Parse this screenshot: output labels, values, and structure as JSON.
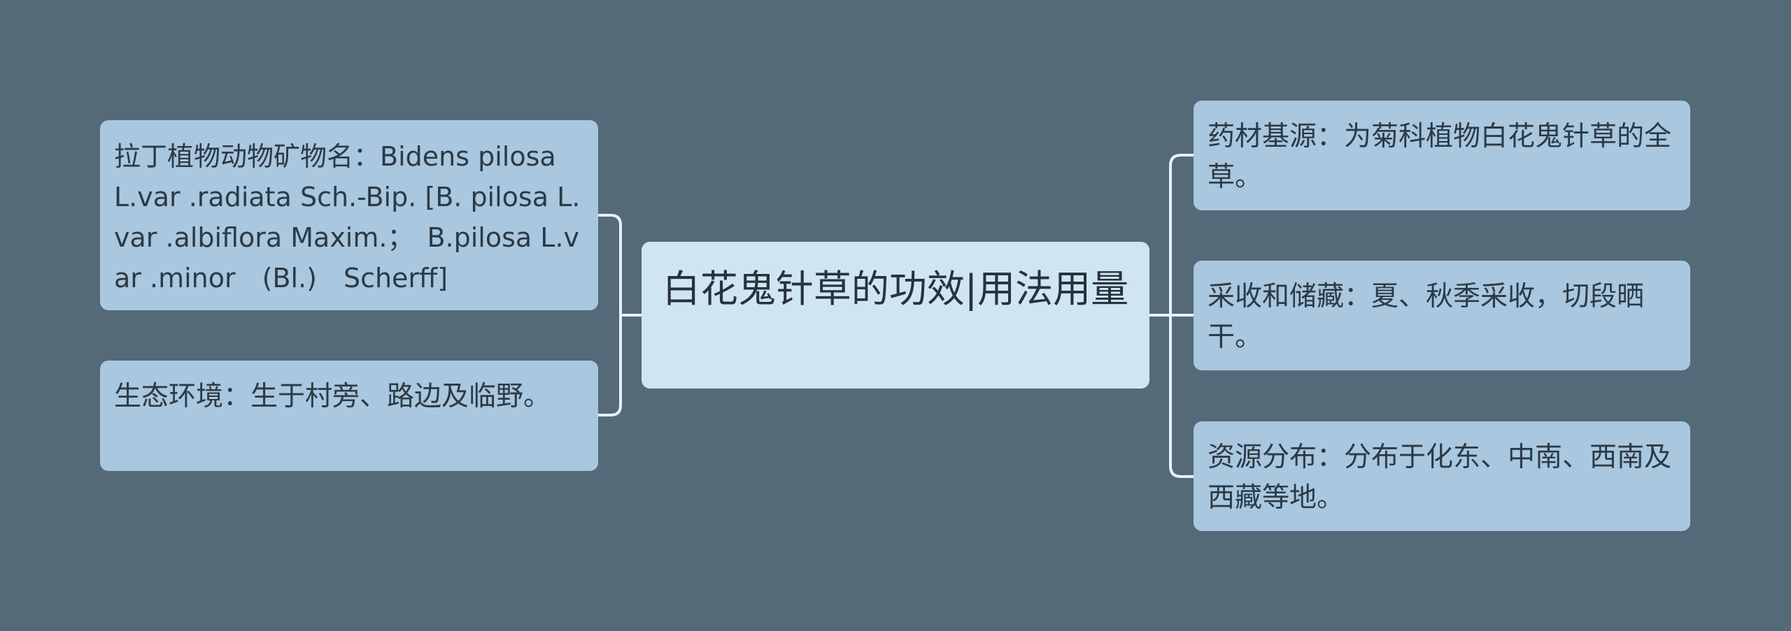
{
  "center": {
    "label": "白花鬼针草的功效|用法用量"
  },
  "left_topics": [
    {
      "text": "拉丁植物动物矿物名：Bidens pilosa L.var .radiata Sch.-Bip. [B. pilosa L.var .albiflora Maxim.；　B.pilosa L.var .minor　(Bl.)　Scherff]"
    },
    {
      "text": "生态环境：生于村旁、路边及临野。"
    }
  ],
  "right_topics": [
    {
      "text": "药材基源：为菊科植物白花鬼针草的全草。"
    },
    {
      "text": "采收和储藏：夏、秋季采收，切段晒干。"
    },
    {
      "text": "资源分布：分布于化东、中南、西南及西藏等地。"
    }
  ],
  "colors": {
    "background": "#546a79",
    "center_fill": "#d0e5f2",
    "leaf_fill": "#a9c7de",
    "connector": "#e6f1f8",
    "text": "#2b3a46"
  }
}
